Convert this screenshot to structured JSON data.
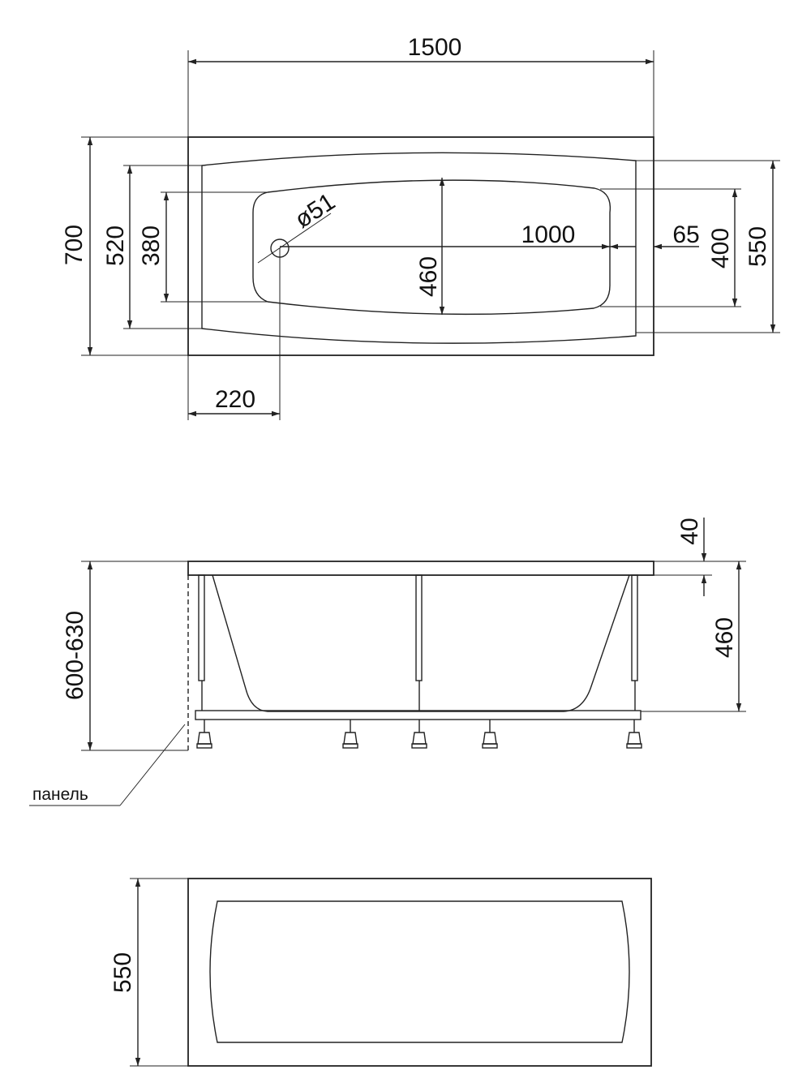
{
  "top_view": {
    "overall_length": "1500",
    "overall_width": "700",
    "rim_inner_width": "520",
    "basin_bottom_width": "380",
    "drain_diameter": "ø51",
    "basin_length": "1000",
    "right_rim_offset": "65",
    "basin_inner_width": "460",
    "right_bottom_width": "400",
    "right_rim_width": "550",
    "drain_offset": "220"
  },
  "side_view": {
    "rim_thickness": "40",
    "basin_depth": "460",
    "total_height": "600-630",
    "panel_label": "панель"
  },
  "panel_view": {
    "panel_height": "550"
  }
}
